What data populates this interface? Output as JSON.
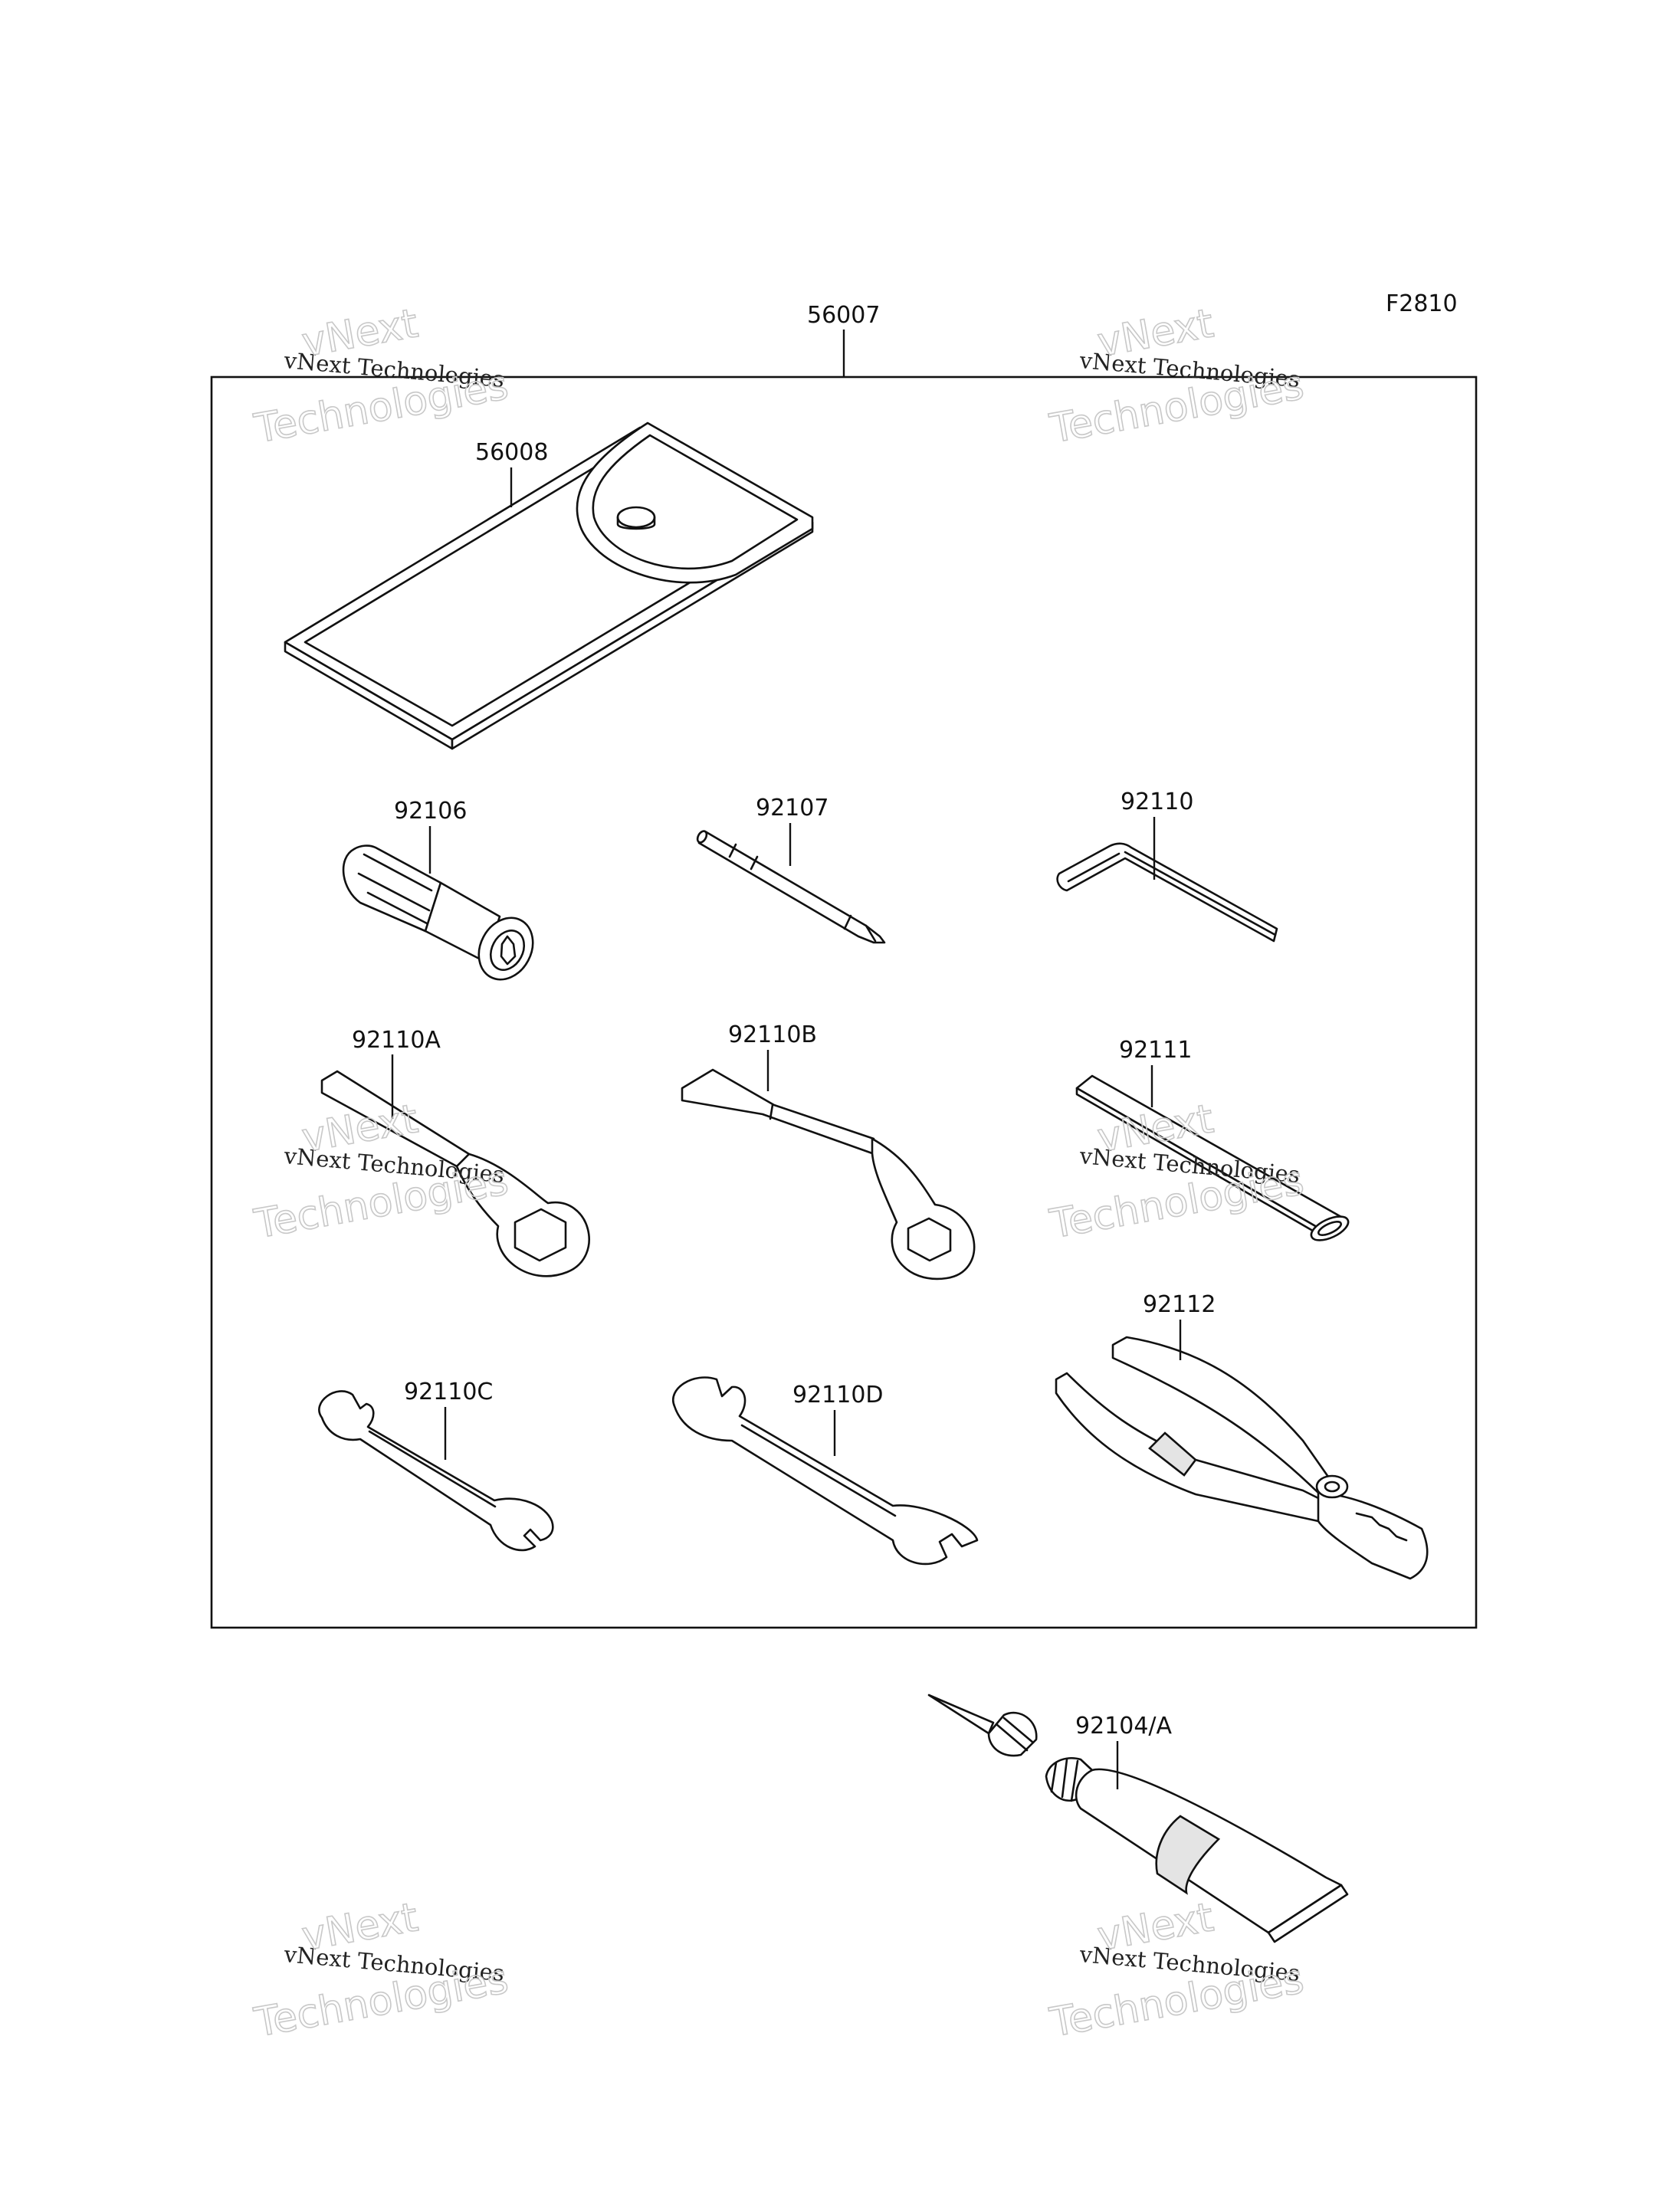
{
  "figure_code": "F2810",
  "kit_label": "56007",
  "parts": {
    "pouch": "56008",
    "grip": "92106",
    "screwdriver": "92107",
    "hex_key": "92110",
    "ring_wrench_a": "92110A",
    "ring_wrench_b": "92110B",
    "handle": "92111",
    "open_wrench_c": "92110C",
    "open_wrench_d": "92110D",
    "pliers": "92112",
    "repair_kit": "92104/A"
  },
  "watermark": {
    "line_small": "vNext Technologies",
    "line_big_1": "vNext",
    "line_big_2": "Technologies"
  }
}
